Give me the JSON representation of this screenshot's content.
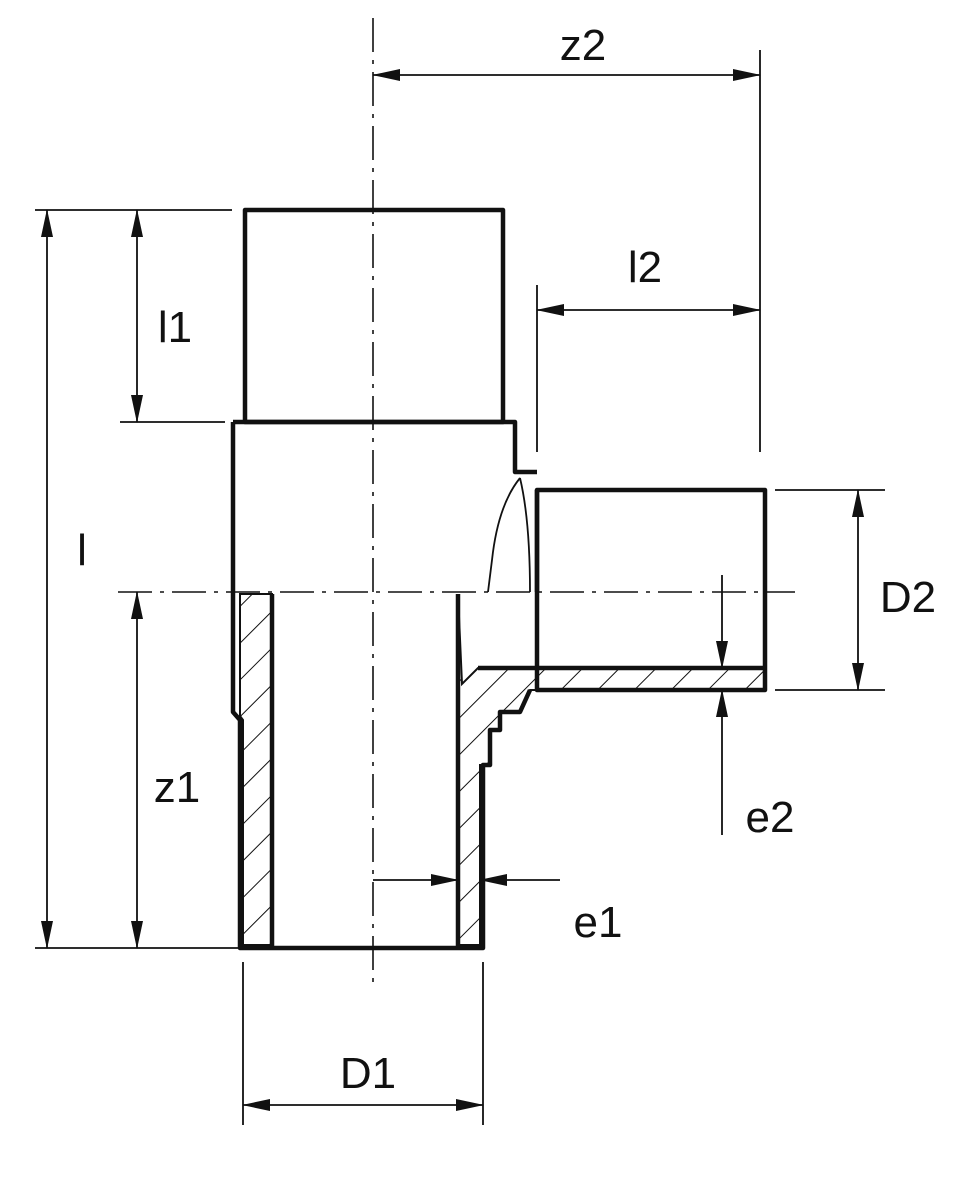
{
  "title": "Reducing tee dimension drawing",
  "labels": {
    "z2": "z2",
    "l2": "l2",
    "l1": "l1",
    "l": "l",
    "z1": "z1",
    "D2": "D2",
    "e2": "e2",
    "e1": "e1",
    "D1": "D1"
  },
  "colors": {
    "line": "#111111",
    "background": "#ffffff"
  }
}
